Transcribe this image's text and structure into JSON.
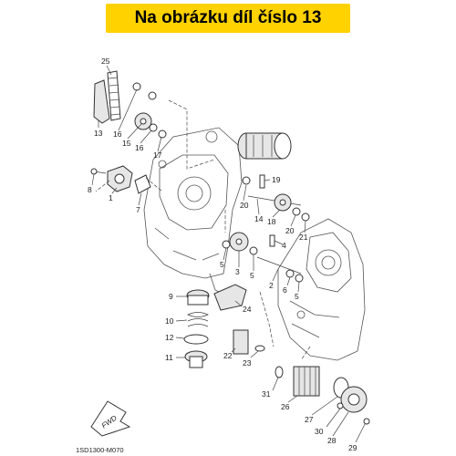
{
  "banner": {
    "text": "Na obrázku díl číslo 13",
    "color": "#ffd200"
  },
  "footer_code": "1SD1300-M070",
  "fwd_label": "FWD",
  "callouts": [
    "25",
    "13",
    "16",
    "15",
    "16",
    "17",
    "8",
    "1",
    "7",
    "19",
    "20",
    "14",
    "18",
    "20",
    "21",
    "4",
    "5",
    "3",
    "5",
    "2",
    "6",
    "5",
    "9",
    "24",
    "10",
    "12",
    "11",
    "22",
    "23",
    "31",
    "26",
    "27",
    "30",
    "28",
    "29"
  ]
}
